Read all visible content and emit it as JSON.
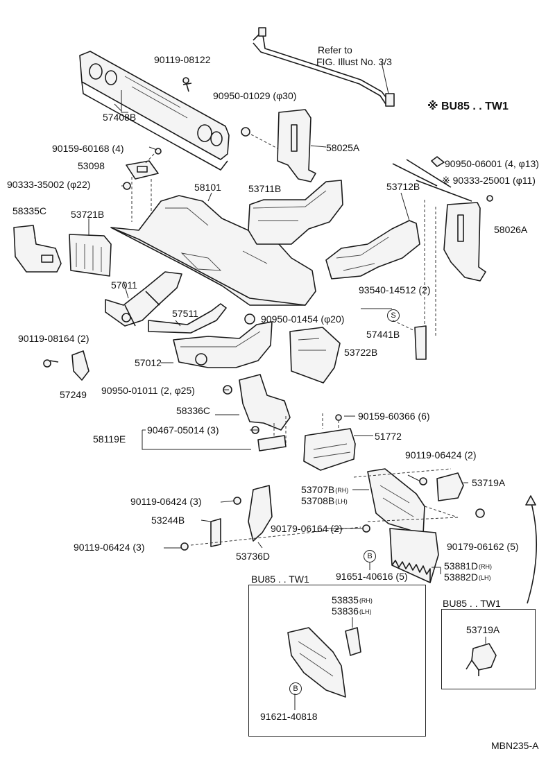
{
  "diagram_code": "MBN235-A",
  "refer_note": {
    "line1": "Refer to",
    "line2": "FIG. Illust No. 3/3"
  },
  "variant_header": "※ BU85 . . TW1",
  "labels": {
    "p57408B": "57408B",
    "p90119_08122": "90119-08122",
    "p90950_01029": "90950-01029 (φ30)",
    "p58025A": "58025A",
    "p90159_60168": "90159-60168 (4)",
    "p53098": "53098",
    "p90333_35002": "90333-35002 (φ22)",
    "p58101": "58101",
    "p53711B": "53711B",
    "p53712B": "53712B",
    "p90950_06001": "90950-06001 (4, φ13)",
    "p90333_25001": "※ 90333-25001 (φ11)",
    "p58335C": "58335C",
    "p53721B": "53721B",
    "p58026A": "58026A",
    "p57011": "57011",
    "p93540_14512": "93540-14512 (2)",
    "p57511": "57511",
    "p90950_01454": "90950-01454 (φ20)",
    "p90119_08164": "90119-08164 (2)",
    "p57441B": "57441B",
    "p53722B": "53722B",
    "p57012": "57012",
    "p57249": "57249",
    "p90950_01011": "90950-01011 (2, φ25)",
    "p58336C": "58336C",
    "p90159_60366": "90159-60366 (6)",
    "p58119E": "58119E",
    "p90467_05014": "90467-05014 (3)",
    "p51772": "51772",
    "p90119_06424_2": "90119-06424 (2)",
    "p53719A_main": "53719A",
    "p53707B": "53707B",
    "p53708B": "53708B",
    "p90119_06424_3a": "90119-06424 (3)",
    "p53244B": "53244B",
    "p90179_06164": "90179-06164 (2)",
    "p90119_06424_3b": "90119-06424 (3)",
    "p90179_06162": "90179-06162 (5)",
    "p53736D": "53736D",
    "p91651_40616": "91651-40616 (5)",
    "p53881D": "53881D",
    "p53882D": "53882D",
    "p53835": "53835",
    "p53836": "53836",
    "p91621_40818": "91621-40818",
    "p53719A_inset": "53719A"
  },
  "side_marks": {
    "rh": "(RH)",
    "lh": "(LH)"
  },
  "symbols": {
    "s": "S",
    "b": "B"
  },
  "insets": {
    "inset1_title": "BU85 . . TW1",
    "inset2_title": "BU85 . . TW1"
  }
}
